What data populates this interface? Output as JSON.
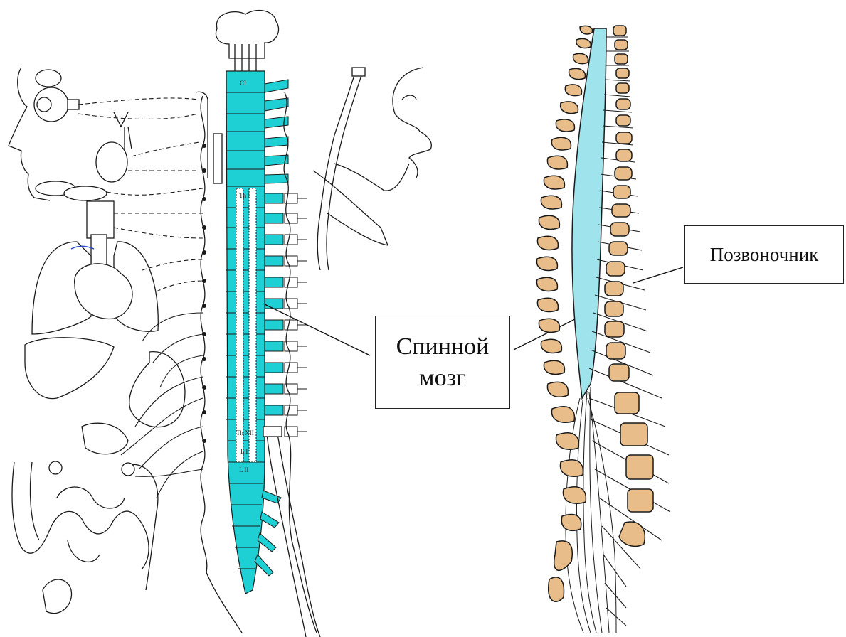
{
  "labels": {
    "spinal_cord": [
      "Спинной",
      "мозг"
    ],
    "spine": "Позвоночник"
  },
  "segment_labels": {
    "c1": "CI",
    "t1": "Th I",
    "t12": "Th XII",
    "l1": "L I",
    "l2": "L II"
  },
  "colors": {
    "spinal_cord_fill": "#1ecfd3",
    "spinal_cord_right_fill": "#9fe3ec",
    "vertebra_fill": "#e8bd8a",
    "line": "#1a1a1a"
  }
}
